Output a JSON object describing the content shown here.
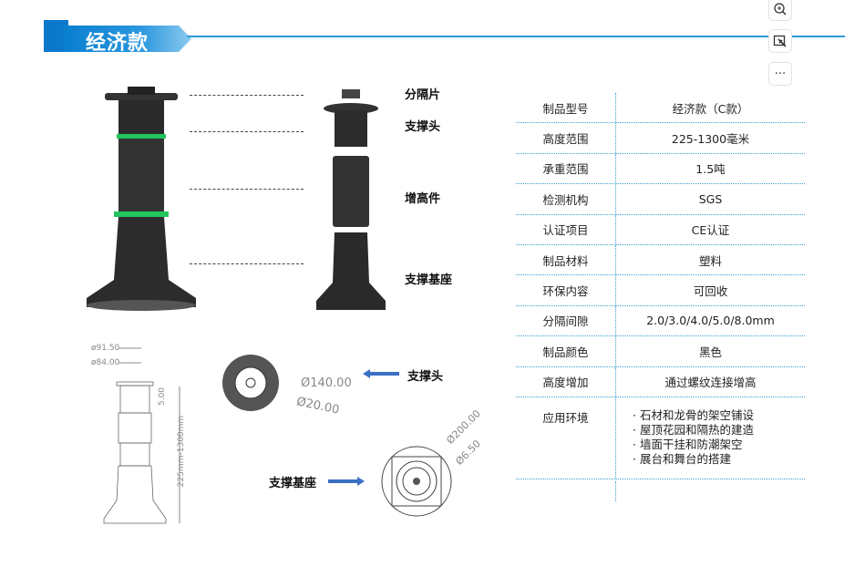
{
  "header": {
    "title": "经济款"
  },
  "toolbar": {
    "zoom_icon": "zoom-in-icon",
    "edit_icon": "edit-image-icon",
    "more_label": "···"
  },
  "parts": {
    "labels": [
      "分隔片",
      "支撑头",
      "增高件",
      "支撑基座"
    ]
  },
  "drawing": {
    "dims": [
      "ø91.50",
      "ø84.00",
      "5.00",
      "225mm-1300mm"
    ],
    "head_label": "支撑头",
    "head_dims": [
      "Ø140.00",
      "Ø20.00"
    ],
    "base_label": "支撑基座",
    "base_dims": [
      "Ø200.00",
      "Ø6.50"
    ]
  },
  "spec": {
    "rows": [
      {
        "k": "制品型号",
        "v": "经济款（C款）"
      },
      {
        "k": "高度范围",
        "v": "225-1300毫米"
      },
      {
        "k": "承重范围",
        "v": "1.5吨"
      },
      {
        "k": "检测机构",
        "v": "SGS"
      },
      {
        "k": "认证项目",
        "v": "CE认证"
      },
      {
        "k": "制品材料",
        "v": "塑料"
      },
      {
        "k": "环保内容",
        "v": "可回收"
      },
      {
        "k": "分隔间隙",
        "v": "2.0/3.0/4.0/5.0/8.0mm"
      },
      {
        "k": "制品颜色",
        "v": "黑色"
      },
      {
        "k": "高度增加",
        "v": "通过螺纹连接增高"
      }
    ],
    "app": {
      "k": "应用环境",
      "items": [
        "石材和龙骨的架空铺设",
        "屋顶花园和隔热的建造",
        "墙面干挂和防潮架空",
        "展台和舞台的搭建"
      ]
    }
  },
  "colors": {
    "accent": "#2b9ad6",
    "banner": "#0a7fd0",
    "ring": "#22c55e",
    "arrow": "#3b6fc4"
  }
}
